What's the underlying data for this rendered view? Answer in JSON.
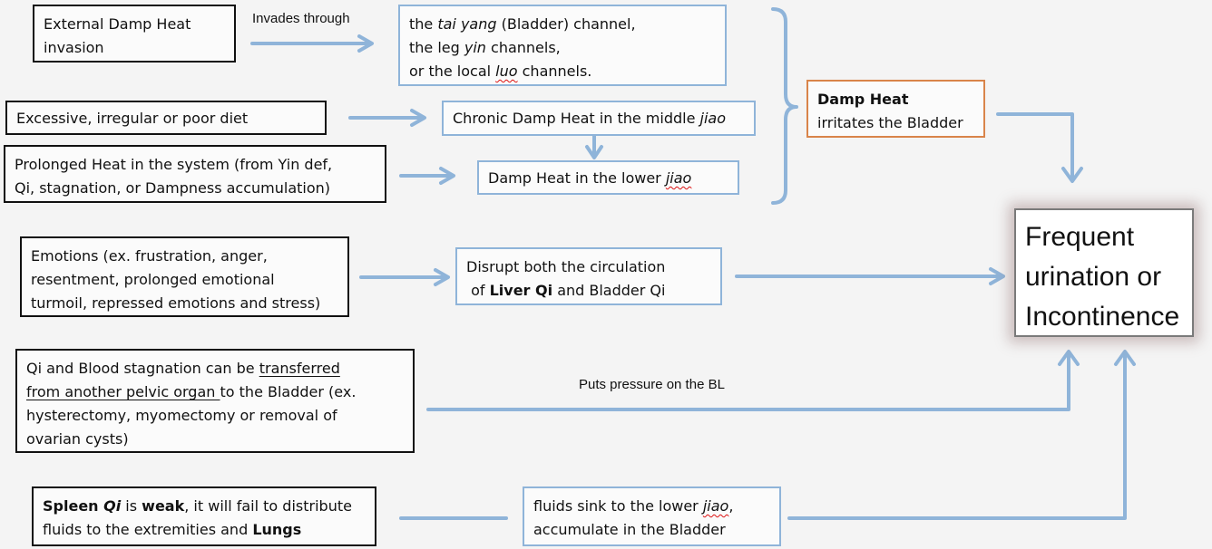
{
  "nodes": {
    "external_damp_heat": {
      "lines": [
        "External Damp Heat",
        "invasion"
      ]
    },
    "channels": {
      "line1_pre": "the ",
      "line1_em": "tai yang",
      "line1_post": " (Bladder) channel,",
      "line2_pre": "the leg ",
      "line2_em": "yin",
      "line2_post": " channels,",
      "line3_pre": "or the local ",
      "line3_em": "luo",
      "line3_post": " channels."
    },
    "diet": {
      "text": "Excessive, irregular or poor diet"
    },
    "middle_jiao": {
      "pre": "Chronic Damp Heat in the middle ",
      "em": "jiao"
    },
    "prolonged_heat": {
      "lines": [
        "Prolonged Heat in the system (from Yin def,",
        "Qi, stagnation, or Dampness accumulation)"
      ]
    },
    "lower_jiao": {
      "pre": "Damp Heat in the lower ",
      "em": "jiao"
    },
    "damp_heat_bladder": {
      "bold": "Damp Heat",
      "line2": "irritates the Bladder"
    },
    "emotions": {
      "lines": [
        "Emotions (ex. frustration, anger,",
        "resentment, prolonged emotional",
        "turmoil, repressed emotions and stress)"
      ]
    },
    "disrupt": {
      "line1": "Disrupt both the circulation",
      "line2_pre": " of ",
      "line2_bold": "Liver Qi",
      "line2_post": " and Bladder Qi"
    },
    "stagnation": {
      "line1_pre": "Qi and Blood stagnation can be ",
      "line1_ul": "transferred",
      "line2_ul": "from another pelvic organ ",
      "line2_post": "to the Bladder (ex.",
      "line3": "hysterectomy, myomectomy or removal of",
      "line4": "ovarian cysts)"
    },
    "spleen": {
      "l1_bold1": "Spleen ",
      "l1_bold_em": "Qi",
      "l1_mid": " is ",
      "l1_bold2": "weak",
      "l1_post": ", it will fail to distribute",
      "l2_pre": "fluids to the extremities and ",
      "l2_bold": "Lungs"
    },
    "fluids": {
      "l1_pre": "fluids sink to the lower ",
      "l1_em": "jiao",
      "l1_post": ",",
      "l2": "accumulate in the Bladder"
    },
    "result": {
      "lines": [
        "Frequent",
        "urination or",
        "Incontinence"
      ]
    }
  },
  "edge_labels": {
    "invades_through": "Invades through",
    "puts_pressure": "Puts pressure on the BL"
  },
  "colors": {
    "arrow": "#8fb4d9",
    "box_border": "#111111",
    "blue_border": "#8fb4d9",
    "orange_border": "#d9844a"
  }
}
